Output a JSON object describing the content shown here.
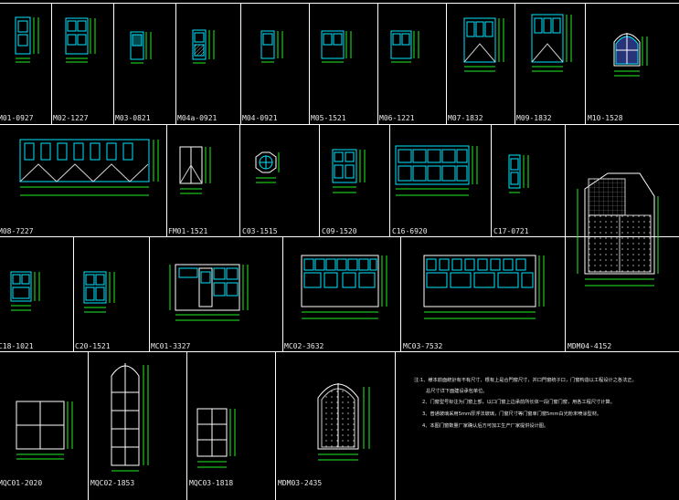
{
  "drawing": {
    "colors": {
      "background": "#000000",
      "grid_line": "#ffffff",
      "frame_cyan": "#00e5ff",
      "dimension_green": "#22ee22",
      "text_white": "#e8e8e8"
    },
    "rows": [
      {
        "cells": [
          {
            "label": "M01-0927",
            "kind": "door"
          },
          {
            "label": "M02-1227",
            "kind": "door"
          },
          {
            "label": "M03-0821",
            "kind": "door"
          },
          {
            "label": "M04a-0921",
            "kind": "door"
          },
          {
            "label": "M04-0921",
            "kind": "door"
          },
          {
            "label": "M05-1521",
            "kind": "door"
          },
          {
            "label": "M06-1221",
            "kind": "door"
          },
          {
            "label": "M07-1832",
            "kind": "door"
          },
          {
            "label": "M09-1832",
            "kind": "door"
          },
          {
            "label": "M10-1528",
            "kind": "arched-door"
          }
        ]
      },
      {
        "cells": [
          {
            "label": "M08-7227",
            "kind": "folding-door"
          },
          {
            "label": "FM01-1521",
            "kind": "fire-door"
          },
          {
            "label": "C03-1515",
            "kind": "round-window"
          },
          {
            "label": "C09-1520",
            "kind": "window"
          },
          {
            "label": "C16-6920",
            "kind": "window"
          },
          {
            "label": "C17-0721",
            "kind": "window"
          },
          {
            "label": "MDM04-4152",
            "kind": "gate"
          }
        ]
      },
      {
        "cells": [
          {
            "label": "C18-1021",
            "kind": "window"
          },
          {
            "label": "C20-1521",
            "kind": "window"
          },
          {
            "label": "MC01-3327",
            "kind": "door-window"
          },
          {
            "label": "MC02-3632",
            "kind": "door-window"
          },
          {
            "label": "MC03-7532",
            "kind": "door-window"
          }
        ]
      },
      {
        "cells": [
          {
            "label": "MQC01-2020",
            "kind": "curtain-wall"
          },
          {
            "label": "MQC02-1853",
            "kind": "curtain-wall"
          },
          {
            "label": "MQC03-1818",
            "kind": "curtain-wall"
          },
          {
            "label": "MDM03-2435",
            "kind": "arched-gate"
          }
        ]
      }
    ],
    "notes": [
      "注:1、様本前面統計有不有尺寸、根有上是合門窗尺寸，并口門窗统子口，门窗构造以工程设计之各法正。",
      "总尺寸详下面建设承包单位。",
      "2、门窗型号标注为门窗上部，以口门窗上边承前所长体一段门窗门窗，用各工程尺寸计算。",
      "3、普通玻璃采用5mm厚浮法玻璃，门窗尺寸等门窗单门窗5mm白光粉末喷涂型材。",
      "4、本图门窗数量厂家确认后方可加工生产厂家提供设计图。"
    ]
  }
}
